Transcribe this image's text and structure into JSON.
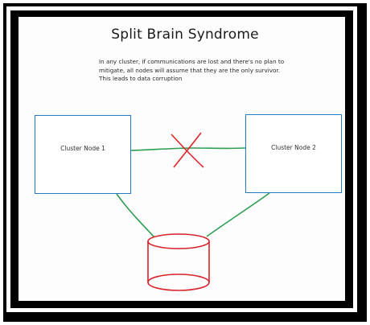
{
  "diagram": {
    "title": "Split Brain Syndrome",
    "description": "In any cluster, if communications are lost and there's no plan to mitigate, all nodes will assume that they are the only survivor.  This leads to data corruption",
    "nodes": [
      {
        "label": "Cluster Node 1"
      },
      {
        "label": "Cluster Node 2"
      }
    ],
    "storage_icon": "database-cylinder-icon",
    "broken_link_icon": "red-x-icon"
  },
  "colors": {
    "frame": "#000000",
    "node_border": "#2b78c2",
    "link": "#2e9e52",
    "cross": "#e0262b",
    "storage": "#d8232a"
  }
}
